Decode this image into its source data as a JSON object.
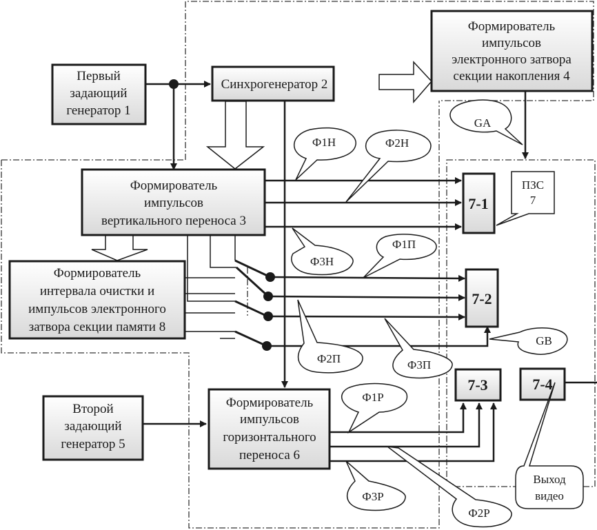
{
  "blocks": {
    "gen1": [
      "Первый",
      "задающий",
      "генератор 1"
    ],
    "sync": [
      "Синхрогенератор 2"
    ],
    "shutter_acc": [
      "Формирователь",
      "импульсов",
      "электронного затвора",
      "секции накопления 4"
    ],
    "vert": [
      "Формирователь",
      "импульсов",
      "вертикального переноса 3"
    ],
    "clean": [
      "Формирователь",
      "интервала очистки и",
      "импульсов электронного",
      "затвора секции памяти 8"
    ],
    "gen2": [
      "Второй",
      "задающий",
      "генератор 5"
    ],
    "horiz": [
      "Формирователь",
      "импульсов",
      "горизонтального",
      "переноса 6"
    ],
    "ccd71": "7-1",
    "ccd72": "7-2",
    "ccd73": "7-3",
    "ccd74": "7-4"
  },
  "callouts": {
    "ccd": [
      "ПЗС",
      "7"
    ],
    "ga": "GA",
    "gb": "GB",
    "f1h": "Ф1Н",
    "f2h": "Ф2Н",
    "f3h": "Ф3Н",
    "f1p": "Ф1П",
    "f2p": "Ф2П",
    "f3p": "Ф3П",
    "f1r": "Ф1Р",
    "f2r": "Ф2Р",
    "f3r": "Ф3Р",
    "video": [
      "Выход",
      "видео"
    ]
  }
}
